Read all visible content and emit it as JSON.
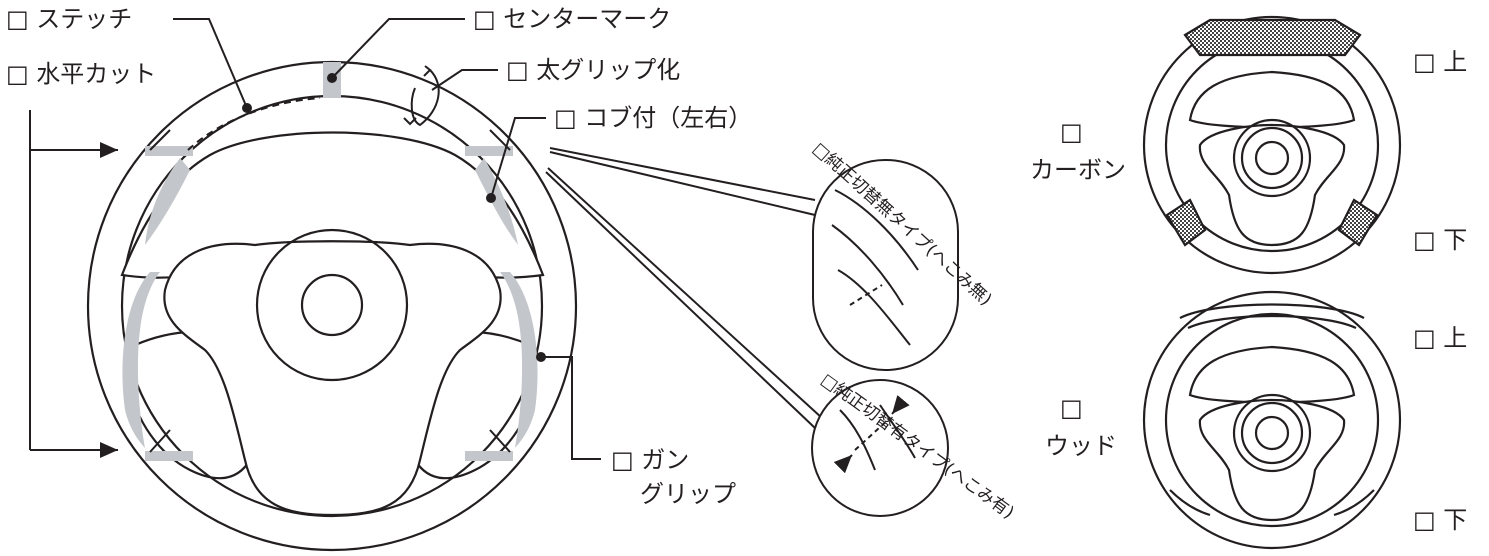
{
  "labels": {
    "stitch": "□ ステッチ",
    "center_mark": "□ センターマーク",
    "horizontal_cut": "□ 水平カット",
    "thick_grip": "□ 太グリップ化",
    "kobu": "□ コブ付（左右）",
    "gun_grip_line1": "□ ガン",
    "gun_grip_line2": "グリップ"
  },
  "switch_types": {
    "without": "□純正切替無タイプ(へこみ無)",
    "with": "□純正切替有タイプ(へこみ有)"
  },
  "material_options": [
    {
      "box": "□",
      "name": "カーボン",
      "upper": "□ 上",
      "lower": "□ 下"
    },
    {
      "box": "□",
      "name": "ウッド",
      "upper": "□ 上",
      "lower": "□ 下"
    }
  ],
  "colors": {
    "line": "#231f20",
    "highlight": "#c3c6cb",
    "carbon": "#555555"
  },
  "icons": {
    "main_wheel": "steering-wheel-icon",
    "carbon_wheel": "steering-wheel-icon",
    "wood_wheel": "steering-wheel-icon"
  }
}
